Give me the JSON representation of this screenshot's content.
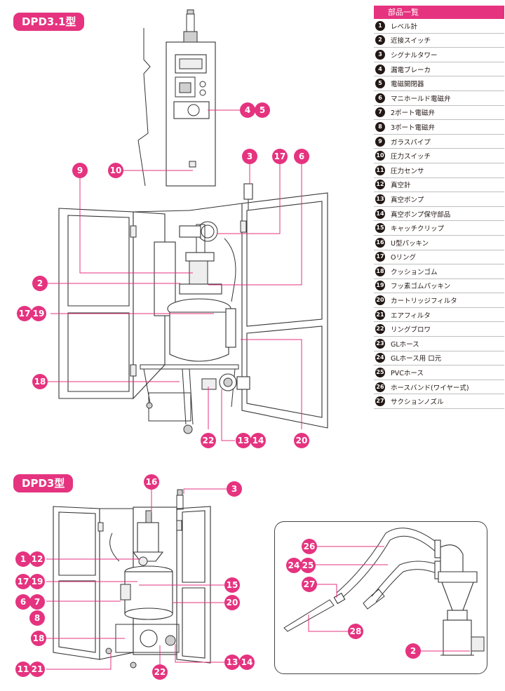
{
  "sections": {
    "top_title": "DPD3.1型",
    "bottom_title": "DPD3型"
  },
  "parts_list": {
    "header": "部品一覧",
    "items": [
      {
        "no": "1",
        "name": "レベル計"
      },
      {
        "no": "2",
        "name": "近接スイッチ"
      },
      {
        "no": "3",
        "name": "シグナルタワー"
      },
      {
        "no": "4",
        "name": "漏電ブレーカ"
      },
      {
        "no": "5",
        "name": "電磁開閉器"
      },
      {
        "no": "6",
        "name": "マニホールド電磁弁"
      },
      {
        "no": "7",
        "name": "2ポート電磁弁"
      },
      {
        "no": "8",
        "name": "3ポート電磁弁"
      },
      {
        "no": "9",
        "name": "ガラスパイプ"
      },
      {
        "no": "10",
        "name": "圧力スイッチ"
      },
      {
        "no": "11",
        "name": "圧力センサ"
      },
      {
        "no": "12",
        "name": "真空計"
      },
      {
        "no": "13",
        "name": "真空ポンプ"
      },
      {
        "no": "14",
        "name": "真空ポンプ保守部品"
      },
      {
        "no": "15",
        "name": "キャッチクリップ"
      },
      {
        "no": "16",
        "name": "U型パッキン"
      },
      {
        "no": "17",
        "name": "Oリング"
      },
      {
        "no": "18",
        "name": "クッションゴム"
      },
      {
        "no": "19",
        "name": "フッ素ゴムパッキン"
      },
      {
        "no": "20",
        "name": "カートリッジフィルタ"
      },
      {
        "no": "21",
        "name": "エアフィルタ"
      },
      {
        "no": "22",
        "name": "リングブロワ"
      },
      {
        "no": "23",
        "name": "GLホース"
      },
      {
        "no": "24",
        "name": "GLホース用 口元"
      },
      {
        "no": "25",
        "name": "PVCホース"
      },
      {
        "no": "26",
        "name": "ホースバンド(ワイヤー式)"
      },
      {
        "no": "27",
        "name": "サクションノズル"
      }
    ]
  },
  "callouts_top": {
    "c45a": "4",
    "c45b": "5",
    "c10": "10",
    "c9": "9",
    "c3": "3",
    "c17": "17",
    "c6": "6",
    "c2": "2",
    "c1719a": "17",
    "c1719b": "19",
    "c18": "18",
    "c22": "22",
    "c1314a": "13",
    "c1314b": "14",
    "c20": "20"
  },
  "callouts_bottom": {
    "c16": "16",
    "c3": "3",
    "c112a": "1",
    "c112b": "12",
    "c1719a": "17",
    "c1719b": "19",
    "c15": "15",
    "c67a": "6",
    "c67b": "7",
    "c8": "8",
    "c20": "20",
    "c18": "18",
    "c1121a": "11",
    "c1121b": "21",
    "c22": "22",
    "c1314a": "13",
    "c1314b": "14"
  },
  "callouts_inset": {
    "c26": "26",
    "c2425a": "24",
    "c2425b": "25",
    "c27": "27",
    "c28": "28",
    "c2": "2"
  },
  "colors": {
    "accent": "#e5337f",
    "ink": "#231815"
  }
}
